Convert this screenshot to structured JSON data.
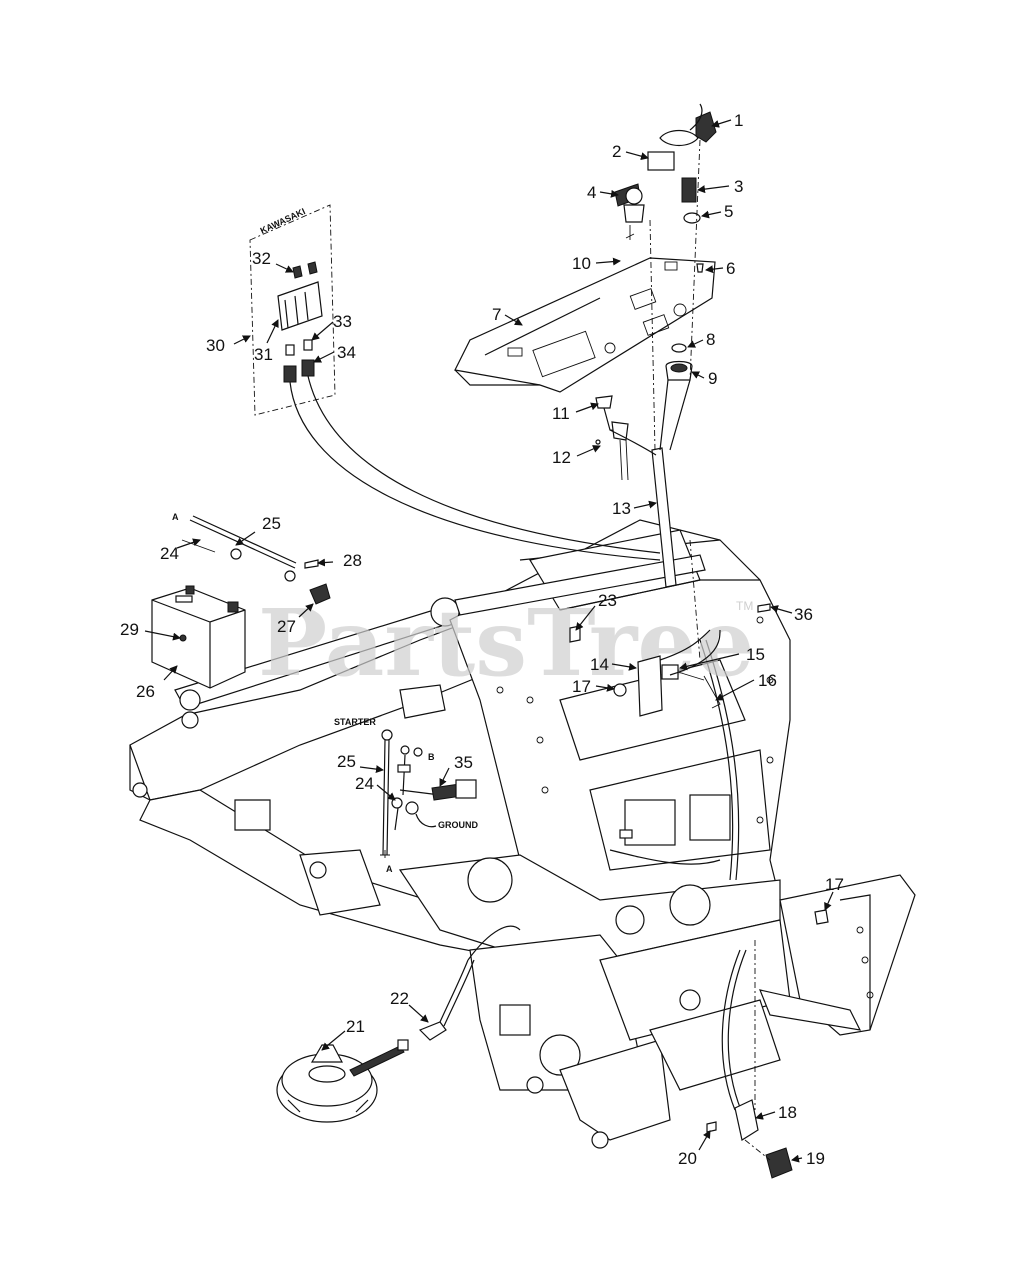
{
  "watermark": {
    "text": "PartsTree",
    "tm": "TM"
  },
  "labels": {
    "kawasaki": "KAWASAKI",
    "starter": "STARTER",
    "ground": "GROUND",
    "terminal_b": "B",
    "connector_a_top": "A",
    "connector_a_bottom": "A"
  },
  "callouts": [
    {
      "id": "c1",
      "text": "1"
    },
    {
      "id": "c2",
      "text": "2"
    },
    {
      "id": "c3",
      "text": "3"
    },
    {
      "id": "c4",
      "text": "4"
    },
    {
      "id": "c5",
      "text": "5"
    },
    {
      "id": "c6",
      "text": "6"
    },
    {
      "id": "c7",
      "text": "7"
    },
    {
      "id": "c8",
      "text": "8"
    },
    {
      "id": "c9",
      "text": "9"
    },
    {
      "id": "c10",
      "text": "10"
    },
    {
      "id": "c11",
      "text": "11"
    },
    {
      "id": "c12",
      "text": "12"
    },
    {
      "id": "c13",
      "text": "13"
    },
    {
      "id": "c14",
      "text": "14"
    },
    {
      "id": "c15",
      "text": "15"
    },
    {
      "id": "c16",
      "text": "16"
    },
    {
      "id": "c17a",
      "text": "17"
    },
    {
      "id": "c17b",
      "text": "17"
    },
    {
      "id": "c18",
      "text": "18"
    },
    {
      "id": "c19",
      "text": "19"
    },
    {
      "id": "c20",
      "text": "20"
    },
    {
      "id": "c21",
      "text": "21"
    },
    {
      "id": "c22",
      "text": "22"
    },
    {
      "id": "c23",
      "text": "23"
    },
    {
      "id": "c24a",
      "text": "24"
    },
    {
      "id": "c24b",
      "text": "24"
    },
    {
      "id": "c25a",
      "text": "25"
    },
    {
      "id": "c25b",
      "text": "25"
    },
    {
      "id": "c26",
      "text": "26"
    },
    {
      "id": "c27",
      "text": "27"
    },
    {
      "id": "c28",
      "text": "28"
    },
    {
      "id": "c29",
      "text": "29"
    },
    {
      "id": "c30",
      "text": "30"
    },
    {
      "id": "c31",
      "text": "31"
    },
    {
      "id": "c32",
      "text": "32"
    },
    {
      "id": "c33",
      "text": "33"
    },
    {
      "id": "c34",
      "text": "34"
    },
    {
      "id": "c35",
      "text": "35"
    },
    {
      "id": "c36",
      "text": "36"
    }
  ]
}
